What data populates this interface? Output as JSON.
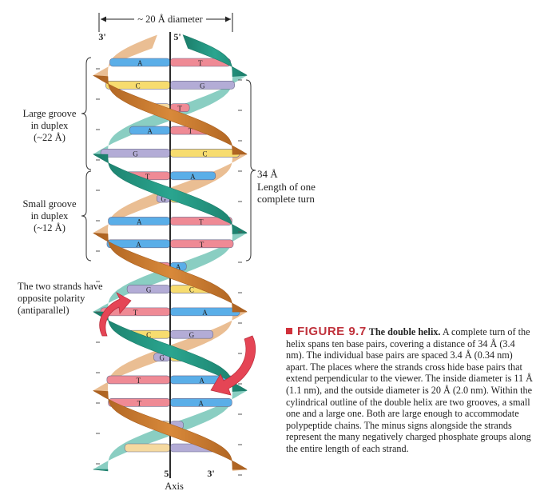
{
  "diameter": "~ 20 Å diameter",
  "strand_ends": {
    "top_left": "3'",
    "top_right": "5'",
    "bottom_left": "5'",
    "bottom_right": "3'"
  },
  "axis": "Axis",
  "labels": {
    "large_groove": [
      "Large groove",
      "in duplex",
      "(~22 Å)"
    ],
    "small_groove": [
      "Small groove",
      "in duplex",
      "(~12 Å)"
    ],
    "polarity": [
      "The two strands have",
      "opposite polarity",
      "(antiparallel)"
    ],
    "turn": [
      "34 Å",
      "Length of one",
      "complete turn"
    ]
  },
  "base_pairs": [
    {
      "left": "A",
      "right": "T"
    },
    {
      "left": "C",
      "right": "G"
    },
    {
      "left": "",
      "right": "T"
    },
    {
      "left": "A",
      "right": "T"
    },
    {
      "left": "G",
      "right": "C"
    },
    {
      "left": "T",
      "right": "A"
    },
    {
      "left": "G",
      "right": "C"
    },
    {
      "left": "A",
      "right": "T"
    },
    {
      "left": "A",
      "right": "T"
    },
    {
      "left": "T",
      "right": "A"
    },
    {
      "left": "G",
      "right": "C"
    },
    {
      "left": "T",
      "right": "A"
    },
    {
      "left": "C",
      "right": "G"
    },
    {
      "left": "G",
      "right": "C"
    },
    {
      "left": "T",
      "right": "A"
    },
    {
      "left": "T",
      "right": "A"
    },
    {
      "left": "",
      "right": ""
    },
    {
      "left": "",
      "right": ""
    }
  ],
  "base_colors": {
    "A": "#5aaee8",
    "T": "#ef8a95",
    "G": "#b3acd6",
    "C": "#f7dc6f"
  },
  "strand_colors": {
    "teal": "#2aa58f",
    "orange": "#d8893a"
  },
  "arrow_color": "#e54555",
  "caption": {
    "figure": "FIGURE 9.7",
    "title": "The double helix.",
    "body": "A complete turn of the helix spans ten base pairs, covering a distance of 34 Å (3.4 nm). The individual base pairs are spaced 3.4 Å (0.34 nm) apart. The places where the strands cross hide base pairs that extend perpendicular to the viewer. The inside diameter is 11 Å (1.1 nm), and the outside diameter is 20 Å (2.0 nm). Within the cylindrical outline of the double helix are two grooves, a small one and a large one. Both are large enough to accommodate polypeptide chains. The minus signs alongside the strands represent the many negatively charged phosphate groups along the entire length of each strand."
  }
}
